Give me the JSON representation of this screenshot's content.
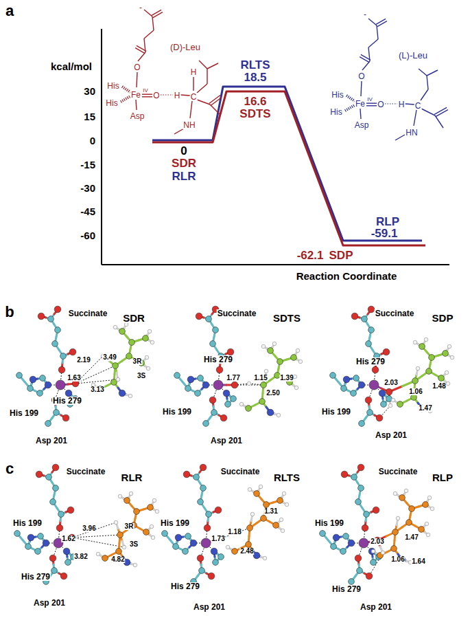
{
  "diagram": {
    "labels": [
      "a",
      "kcal/mol",
      "30",
      "15",
      "0",
      "-15",
      "-30",
      "-45",
      "-60",
      "Reaction Coordinate",
      "0",
      "SDR",
      "RLR",
      "RLTS",
      "18.5",
      "16.6",
      "SDTS",
      "RLP",
      "-59.1",
      "-62.1",
      "SDP",
      "-",
      "(D)-Leu",
      "O",
      "H",
      "His",
      "Fe",
      "IV",
      "O",
      "H",
      "C",
      "His",
      "Asp",
      "NH",
      "-",
      "(L)-Leu",
      "O",
      "His",
      "Fe",
      "IV",
      "O",
      "H",
      "C",
      "His",
      "Asp",
      "HN",
      "b",
      "Succinate",
      "SDR",
      "2.19",
      "3.49",
      "3R",
      "3S",
      "1.63",
      "3.13",
      "His 199",
      "His 279",
      "Asp 201",
      "Succinate",
      "SDTS",
      "His 279",
      "His 199",
      "1.77",
      "1.15",
      "1.39",
      "2.50",
      "Asp 201",
      "Succinate",
      "SDP",
      "His 279",
      "His 199",
      "2.03",
      "1.06",
      "1.48",
      "1.47",
      "Asp 201",
      "c",
      "Succinate",
      "RLR",
      "His 199",
      "1.62",
      "3.96",
      "3R",
      "3S",
      "3.82",
      "4.82",
      "His 279",
      "Asp 201",
      "Succinate",
      "RLTS",
      "His 199",
      "1.31",
      "1.73",
      "1.18",
      "2.48",
      "His 279",
      "Asp 201",
      "Succinate",
      "RLP",
      "His 199",
      "2.03",
      "1.47",
      "1.06",
      "1.64",
      "His 279",
      "Asp 201"
    ]
  }
}
